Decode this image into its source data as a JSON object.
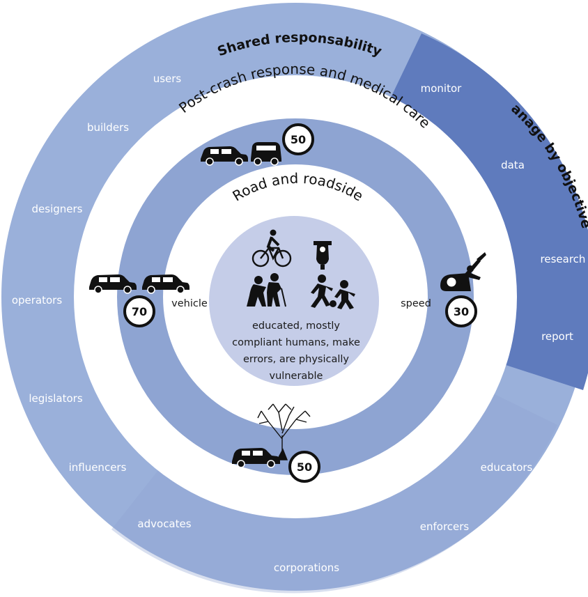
{
  "outer_ring": {
    "title": "Shared responsability",
    "stakeholders": [
      "users",
      "builders",
      "designers",
      "operators",
      "legislators",
      "influencers",
      "advocates",
      "corporations",
      "enforcers",
      "educators"
    ]
  },
  "manage_segment": {
    "title": "Manage by objectives",
    "items": [
      "monitor",
      "data",
      "research",
      "report"
    ]
  },
  "white_ring": {
    "title": "Post-crash response and medical care"
  },
  "blue_ring": {
    "title": "Road and roadside",
    "left_label": "vehicle",
    "right_label": "speed"
  },
  "center": {
    "lines": [
      "educated, mostly",
      "compliant humans, make",
      "errors, are physically",
      "vulnerable"
    ]
  },
  "speed_signs": {
    "top": "50",
    "left": "70",
    "right": "30",
    "bottom": "50"
  },
  "icons": [
    "car-icon",
    "bicycle-icon",
    "scooter-icon",
    "elderly-couple-icon",
    "children-football-icon",
    "crash-pedestrian-icon",
    "tree-icon"
  ],
  "colors": {
    "outer_ring": "#8ea4d2",
    "outer_ring_light": "#9eb2da",
    "manage_segment": "#5f7bbd",
    "inner_ring": "#8ea4d2",
    "center_disc": "#c5cde8",
    "icon": "#111111"
  }
}
